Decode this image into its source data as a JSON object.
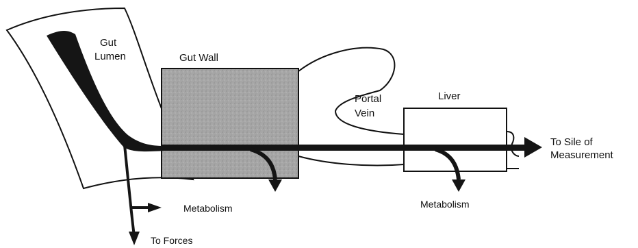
{
  "labels": {
    "gut_lumen_line1": "Gut",
    "gut_lumen_line2": "Lumen",
    "gut_wall": "Gut Wall",
    "portal_vein_line1": "Portal",
    "portal_vein_line2": "Vein",
    "liver": "Liver",
    "to_site_line1": "To Sile of",
    "to_site_line2": "Measurement",
    "metabolism_gut": "Metabolism",
    "metabolism_liver": "Metabolism",
    "to_forces": "To  Forces"
  },
  "colors": {
    "background": "#ffffff",
    "ink": "#111111",
    "gut_wall_fill": "#a9a9a9",
    "flow_arrow": "#151515"
  }
}
